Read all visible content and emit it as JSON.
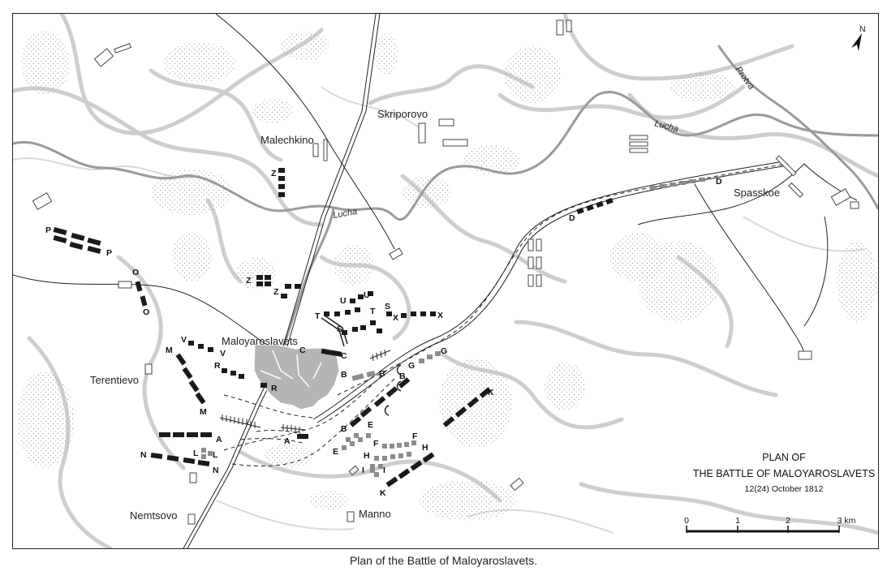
{
  "caption": "Plan of the Battle of Maloyaroslavets.",
  "plan": {
    "line1": "PLAN OF",
    "line2": "THE BATTLE OF MALOYAROSLAVETS",
    "date": "12(24) October 1812"
  },
  "scale": {
    "ticks": [
      "0",
      "1",
      "2",
      "3 km"
    ]
  },
  "north_marker": "N",
  "places": {
    "maloyaroslavets": "Maloyaroslavets",
    "malechkino": "Malechkino",
    "skriporovo": "Skriporovo",
    "spasskoe": "Spasskoe",
    "terentievo": "Terentievo",
    "nemtsovo": "Nemtsovo",
    "manno": "Manno"
  },
  "rivers": {
    "lucha_upper": "Lucha",
    "lucha_mid": "Lucha",
    "protva": "Protva"
  },
  "unit_letters": {
    "P": "P",
    "O": "O",
    "Z": "Z",
    "U": "U",
    "T": "T",
    "S": "S",
    "X": "X",
    "V": "V",
    "M": "M",
    "R": "R",
    "C": "C",
    "B": "B",
    "G": "G",
    "A": "A",
    "N": "N",
    "L": "L",
    "E": "E",
    "F": "F",
    "H": "H",
    "I": "I",
    "K": "K",
    "D": "D"
  },
  "colors": {
    "outline": "#222222",
    "river": "#8a8a8a",
    "contour": "#c8c8c8",
    "town": "#b5b5b5",
    "russian_units": "#1a1a1a",
    "french_units": "#8c8c8c"
  }
}
